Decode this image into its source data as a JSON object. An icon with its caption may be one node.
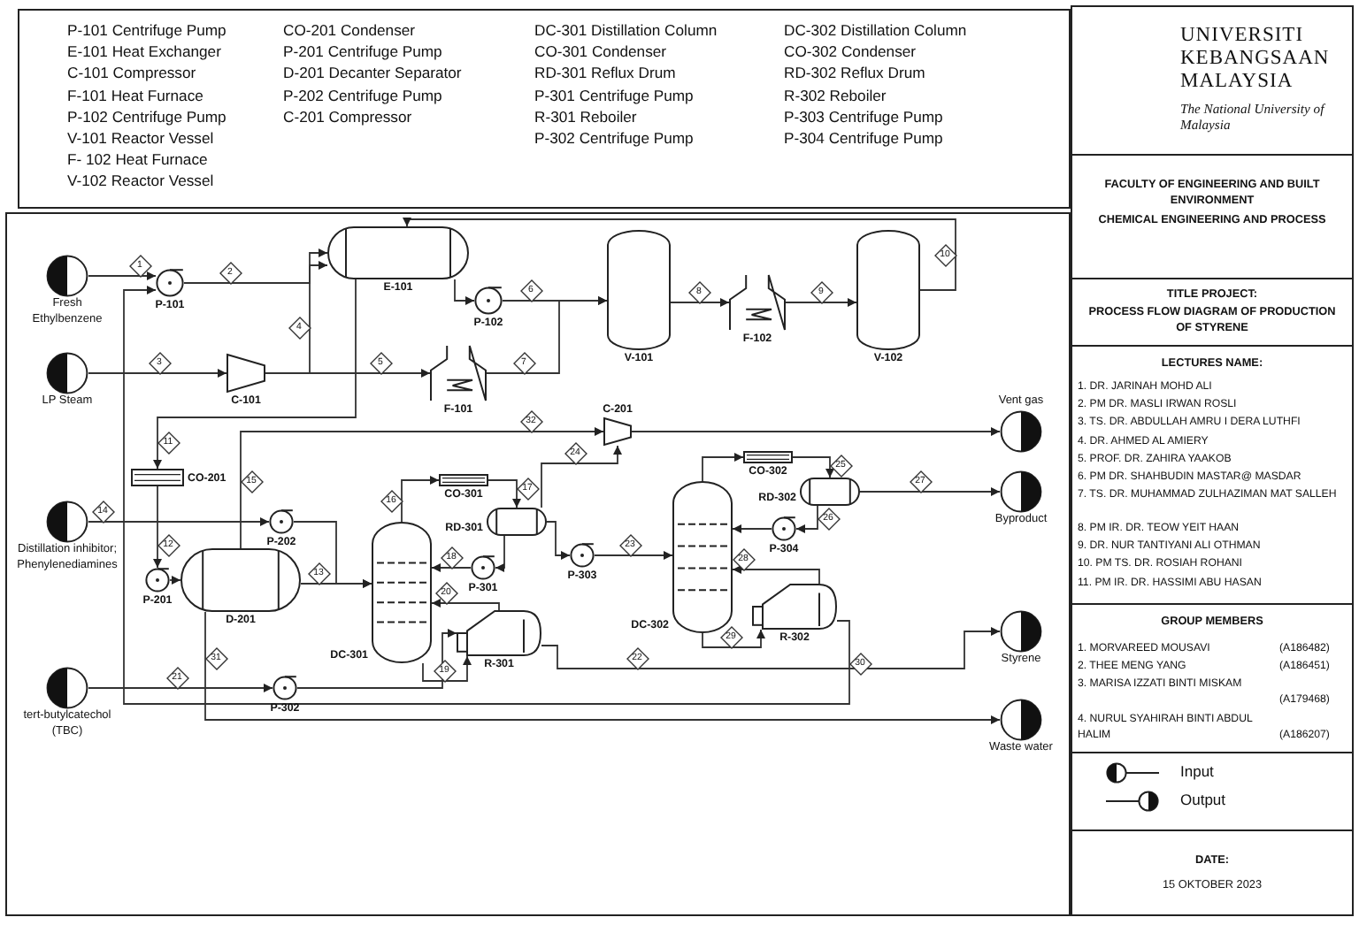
{
  "diagram": {
    "nodes": [
      {
        "text": [
          "Fresh Ethylbenzene"
        ]
      },
      {
        "text": [
          "LP Steam"
        ]
      },
      {
        "text": [
          "Distillation inhibitor; Phenylenediamines"
        ]
      },
      {
        "text": [
          "tert-butylcatechol (TBC)"
        ]
      },
      {
        "text": [
          "P-101"
        ]
      },
      {
        "text": [
          "E-101"
        ]
      },
      {
        "text": [
          "C-101"
        ]
      },
      {
        "text": [
          "F-101"
        ]
      },
      {
        "text": [
          "P-102"
        ]
      },
      {
        "text": [
          "V-101"
        ]
      },
      {
        "text": [
          "F-102"
        ]
      },
      {
        "text": [
          "V-102"
        ]
      },
      {
        "text": [
          "CO-201"
        ]
      },
      {
        "text": [
          "P-201"
        ]
      },
      {
        "text": [
          "D-201"
        ]
      },
      {
        "text": [
          "P-202"
        ]
      },
      {
        "text": [
          "C-201"
        ]
      },
      {
        "text": [
          "DC-301"
        ]
      },
      {
        "text": [
          "CO-301"
        ]
      },
      {
        "text": [
          "RD-301"
        ]
      },
      {
        "text": [
          "P-301"
        ]
      },
      {
        "text": [
          "R-301"
        ]
      },
      {
        "text": [
          "P-302"
        ]
      },
      {
        "text": [
          "P-303"
        ]
      },
      {
        "text": [
          "DC-302"
        ]
      },
      {
        "text": [
          "CO-302"
        ]
      },
      {
        "text": [
          "RD-302"
        ]
      },
      {
        "text": [
          "P-304"
        ]
      },
      {
        "text": [
          "R-302"
        ]
      },
      {
        "text": [
          "Vent gas"
        ]
      },
      {
        "text": [
          "Byproduct"
        ]
      },
      {
        "text": [
          "Styrene"
        ]
      },
      {
        "text": [
          "Waste water"
        ]
      }
    ],
    "edges": [
      {
        "from": 0,
        "to": 4,
        "arrow": "to"
      },
      {
        "from": 4,
        "to": 5,
        "arrow": "to"
      },
      {
        "from": 1,
        "to": 6,
        "arrow": "to"
      },
      {
        "from": 6,
        "to": 5,
        "arrow": "to"
      },
      {
        "from": 6,
        "to": 7,
        "arrow": "to"
      },
      {
        "from": 5,
        "to": 8,
        "arrow": "to"
      },
      {
        "from": 8,
        "to": 9,
        "arrow": "to"
      },
      {
        "from": 7,
        "to": 9,
        "arrow": "to"
      },
      {
        "from": 9,
        "to": 10,
        "arrow": "to"
      },
      {
        "from": 10,
        "to": 11,
        "arrow": "to"
      },
      {
        "from": 11,
        "to": 5,
        "arrow": "to"
      },
      {
        "from": 5,
        "to": 12,
        "arrow": "to"
      },
      {
        "from": 12,
        "to": 13,
        "arrow": "to"
      },
      {
        "from": 13,
        "to": 14,
        "arrow": "to"
      },
      {
        "from": 2,
        "to": 15,
        "arrow": "to"
      },
      {
        "from": 15,
        "to": 17,
        "arrow": "to"
      },
      {
        "from": 14,
        "to": 17,
        "arrow": "to"
      },
      {
        "from": 14,
        "to": 16,
        "arrow": "to"
      },
      {
        "from": 16,
        "to": 29,
        "arrow": "to"
      },
      {
        "from": 14,
        "to": 32,
        "arrow": "to"
      },
      {
        "from": 17,
        "to": 18,
        "arrow": "to"
      },
      {
        "from": 18,
        "to": 19,
        "arrow": "to"
      },
      {
        "from": 19,
        "to": 20,
        "arrow": "to"
      },
      {
        "from": 20,
        "to": 17,
        "arrow": "to"
      },
      {
        "from": 19,
        "to": 23,
        "arrow": "to"
      },
      {
        "from": 19,
        "to": 16,
        "arrow": "to"
      },
      {
        "from": 23,
        "to": 24,
        "arrow": "to"
      },
      {
        "from": 24,
        "to": 25,
        "arrow": "to"
      },
      {
        "from": 25,
        "to": 26,
        "arrow": "to"
      },
      {
        "from": 26,
        "to": 27,
        "arrow": "to"
      },
      {
        "from": 27,
        "to": 24,
        "arrow": "to"
      },
      {
        "from": 26,
        "to": 30,
        "arrow": "to"
      },
      {
        "from": 24,
        "to": 28,
        "arrow": "to"
      },
      {
        "from": 28,
        "to": 24,
        "arrow": "to"
      },
      {
        "from": 17,
        "to": 21,
        "arrow": "to"
      },
      {
        "from": 21,
        "to": 17,
        "arrow": "to"
      },
      {
        "from": 3,
        "to": 22,
        "arrow": "to"
      },
      {
        "from": 22,
        "to": 21,
        "arrow": "to"
      },
      {
        "from": 21,
        "to": 31,
        "arrow": "to"
      },
      {
        "from": 28,
        "to": 4,
        "arrow": "to"
      }
    ],
    "labels": [
      "P-101 Centrifuge Pump",
      "E-101 Heat Exchanger",
      "C-101 Compressor",
      "F-101 Heat Furnace",
      "P-102 Centrifuge Pump",
      "V-101 Reactor Vessel",
      "F- 102 Heat Furnace",
      "V-102 Reactor Vessel",
      "CO-201 Condenser",
      "P-201 Centrifuge Pump",
      "D-201 Decanter Separator",
      "P-202 Centrifuge Pump",
      "C-201 Compressor",
      "DC-301 Distillation Column",
      "CO-301 Condenser",
      "RD-301 Reflux Drum",
      "P-301 Centrifuge Pump",
      "R-301 Reboiler",
      "P-302 Centrifuge Pump",
      "DC-302 Distillation Column",
      "CO-302 Condenser",
      "RD-302 Reflux Drum",
      "R-302 Reboiler",
      "P-303 Centrifuge Pump",
      "P-304 Centrifuge Pump",
      "1",
      "2",
      "3",
      "4",
      "5",
      "6",
      "7",
      "8",
      "9",
      "10",
      "11",
      "12",
      "13",
      "14",
      "15",
      "16",
      "17",
      "18",
      "19",
      "20",
      "21",
      "22",
      "23",
      "24",
      "25",
      "26",
      "27",
      "28",
      "29",
      "30",
      "31",
      "32",
      "UNIVERSITI KEBANGSAAN MALAYSIA",
      "The National University of Malaysia",
      "FACULTY OF ENGINEERING AND BUILT ENVIRONMENT",
      "CHEMICAL ENGINEERING AND PROCESS",
      "TITLE PROJECT:",
      "PROCESS FLOW DIAGRAM OF PRODUCTION OF STYRENE",
      "LECTURES NAME:",
      "1. DR. JARINAH MOHD ALI",
      "2. PM DR. MASLI IRWAN ROSLI",
      "3. TS. DR. ABDULLAH AMRU I DERA LUTHFI",
      "4. DR. AHMED AL AMIERY",
      "5. PROF. DR. ZAHIRA YAAKOB",
      "6. PM DR. SHAHBUDIN MASTAR@ MASDAR",
      "7. TS. DR. MUHAMMAD ZULHAZIMAN MAT SALLEH",
      "8. PM IR. DR. TEOW YEIT HAAN",
      "9. DR. NUR TANTIYANI ALI OTHMAN",
      "10. PM TS. DR. ROSIAH ROHANI",
      "11. PM IR. DR. HASSIMI ABU HASAN",
      "GROUP MEMBERS",
      "1. MORVAREED MOUSAVI",
      "(A186482)",
      "2. THEE MENG YANG",
      "(A186451)",
      "3. MARISA IZZATI BINTI MISKAM",
      "(A179468)",
      "4. NURUL SYAHIRAH BINTI ABDUL HALIM",
      "(A186207)",
      "DATE:",
      "15 OKTOBER 2023"
    ],
    "legend": [
      {
        "text": "Input"
      },
      {
        "text": "Output"
      }
    ]
  }
}
